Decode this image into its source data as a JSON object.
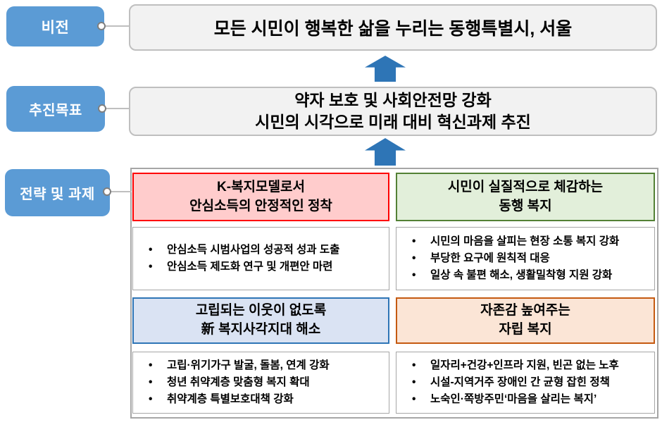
{
  "palette": {
    "side_label_blue": "#5B9BD5",
    "arrow_blue": "#2E75B6",
    "banner_bg": "#F2F2F2",
    "banner_border": "#BFBFBF",
    "container_border": "#A6A6A6",
    "connector_gray": "#7F7F7F"
  },
  "vision": {
    "label": "비전",
    "text": "모든 시민이 행복한 삶을 누리는 동행특별시, 서울"
  },
  "goal": {
    "label": "추진목표",
    "line1": "약자 보호 및 사회안전망 강화",
    "line2": "시민의 시각으로 미래 대비 혁신과제 추진"
  },
  "strategy": {
    "label": "전략 및 과제"
  },
  "quadrants": [
    {
      "title1": "K-복지모델로서",
      "title2": "안심소득의 안정적인 정착",
      "bg": "#FFCCCC",
      "border": "#FF0000",
      "bullets": [
        "안심소득 시범사업의 성공적 성과 도출",
        "안심소득 제도화 연구 및 개편안 마련"
      ]
    },
    {
      "title1": "시민이 실질적으로 체감하는",
      "title2": "동행 복지",
      "bg": "#E2EFDA",
      "border": "#538135",
      "bullets": [
        "시민의 마음을 살피는 현장 소통 복지 강화",
        "부당한 요구에 원칙적 대응",
        "일상 속 불편 해소, 생활밀착형 지원 강화"
      ]
    },
    {
      "title1": "고립되는 이웃이 없도록",
      "title2": "新 복지사각지대 해소",
      "bg": "#DAE3F3",
      "border": "#2E75B6",
      "bullets": [
        "고립·위기가구 발굴, 돌봄, 연계 강화",
        "청년 취약계층 맞춤형 복지 확대",
        "취약계층 특별보호대책 강화"
      ]
    },
    {
      "title1": "자존감 높여주는",
      "title2": "자립 복지",
      "bg": "#FBE5D6",
      "border": "#C55A11",
      "bullets": [
        "일자리+건강+인프라 지원, 빈곤 없는 노후",
        "시설-지역거주 장애인 간 균형 잡힌 정책",
        "노숙인·쪽방주민‘마음을 살리는 복지’"
      ]
    }
  ]
}
